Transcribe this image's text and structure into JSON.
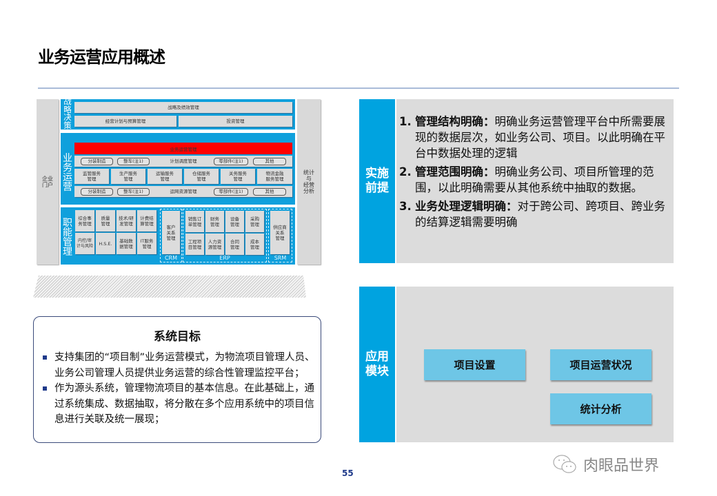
{
  "page": {
    "title": "业务运营应用概述",
    "page_number": "55",
    "watermark": "肉眼品世界"
  },
  "architecture": {
    "left_side": "企业\n门户",
    "right_side": "统计\n与\n经营\n分析",
    "strategy": {
      "label": "战略决策",
      "row1": "战略及绩效管理",
      "row2": [
        "经营计划与预算管理",
        "投资管理"
      ]
    },
    "operations": {
      "label": "业务运营",
      "header": "业务运营管理",
      "plan_row": {
        "center": "计划调度管理",
        "pills": [
          "分装制造",
          "整车(注1)",
          "零部件(注1)",
          "其他"
        ]
      },
      "services": [
        "监管服务\n管理",
        "生产服务\n管理",
        "运输服务\n管理",
        "仓储服务\n管理",
        "关务服务\n管理",
        "物流金融\n服务管理"
      ],
      "network_row": {
        "center": "运网资源管理",
        "pills": [
          "分装制造",
          "整车(注1)",
          "零部件(注1)",
          "其他"
        ]
      }
    },
    "functions": {
      "label": "职能管理",
      "cells": [
        "综合事\n务管理",
        "质量\n管理",
        "技术/研\n发管理",
        "计费结\n算管理",
        "内控/审\n计与风险",
        "H.S.E.",
        "基础数\n据管理",
        "IT服务\n管理"
      ],
      "crm": {
        "label": "CRM",
        "cell": "客户\n关系\n管理"
      },
      "erp": {
        "label": "ERP",
        "cells": [
          "销售订\n单管理",
          "财务\n管理",
          "设备\n管理",
          "采购\n管理",
          "工程项\n目管理",
          "人力资\n源管理",
          "合同\n管理",
          "成本\n管理"
        ]
      },
      "srm": {
        "label": "SRM",
        "cell": "供应商\n关系\n管理"
      }
    }
  },
  "goals": {
    "title": "系统目标",
    "items": [
      "支持集团的“项目制”业务运营模式，为物流项目管理人员、业务公司管理人员提供业务运营的综合性管理监控平台；",
      "作为源头系统，管理物流项目的基本信息。在此基础上，通过系统集成、数据抽取，将分散在多个应用系统中的项目信息进行关联及统一展现；"
    ]
  },
  "prerequisites": {
    "tab_label": "实施\n前提",
    "items": [
      {
        "num": "1.",
        "head": "管理结构明确：",
        "body": "明确业务运营管理平台中所需要展现的数据层次，如业务公司、项目。以此明确在平台中数据处理的逻辑"
      },
      {
        "num": "2.",
        "head": "管理范围明确：",
        "body": "明确业务公司、项目所管理的范围，以此明确需要从其他系统中抽取的数据。"
      },
      {
        "num": "3.",
        "head": "业务处理逻辑明确：",
        "body": "对于跨公司、跨项目、跨业务的结算逻辑需要明确"
      }
    ]
  },
  "modules": {
    "tab_label": "应用\n模块",
    "items": [
      "项目设置",
      "项目运营状况",
      "统计分析"
    ]
  },
  "colors": {
    "accent_blue": "#00a3e0",
    "module_blue": "#6ec6e6",
    "panel_gray": "#dcdcdc",
    "header_red": "#ff0000",
    "rule": "#a9bbd8",
    "page_number": "#1f3a8a"
  }
}
